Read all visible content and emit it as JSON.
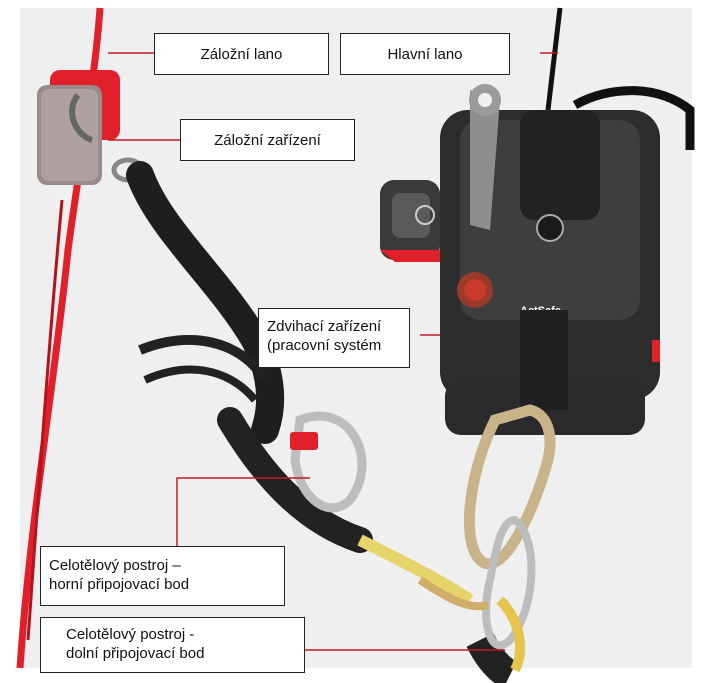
{
  "labels": {
    "backup_rope": "Záložní lano",
    "main_rope": "Hlavní lano",
    "backup_device": "Záložní zařízení",
    "hoist_line1": "Zdvihací zařízení",
    "hoist_line2": "(pracovní systém",
    "upper_line1": "Celotělový postroj –",
    "upper_line2": "horní připojovací bod",
    "lower_line1": "Celotělový postroj -",
    "lower_line2": "dolní připojovací bod"
  },
  "device": {
    "brand_text": "ActSafe"
  },
  "colors": {
    "accent_red": "#e0202a",
    "device_dark": "#2c2c2c",
    "carabiner_gold": "#c9b48a",
    "background": "#efefef"
  }
}
